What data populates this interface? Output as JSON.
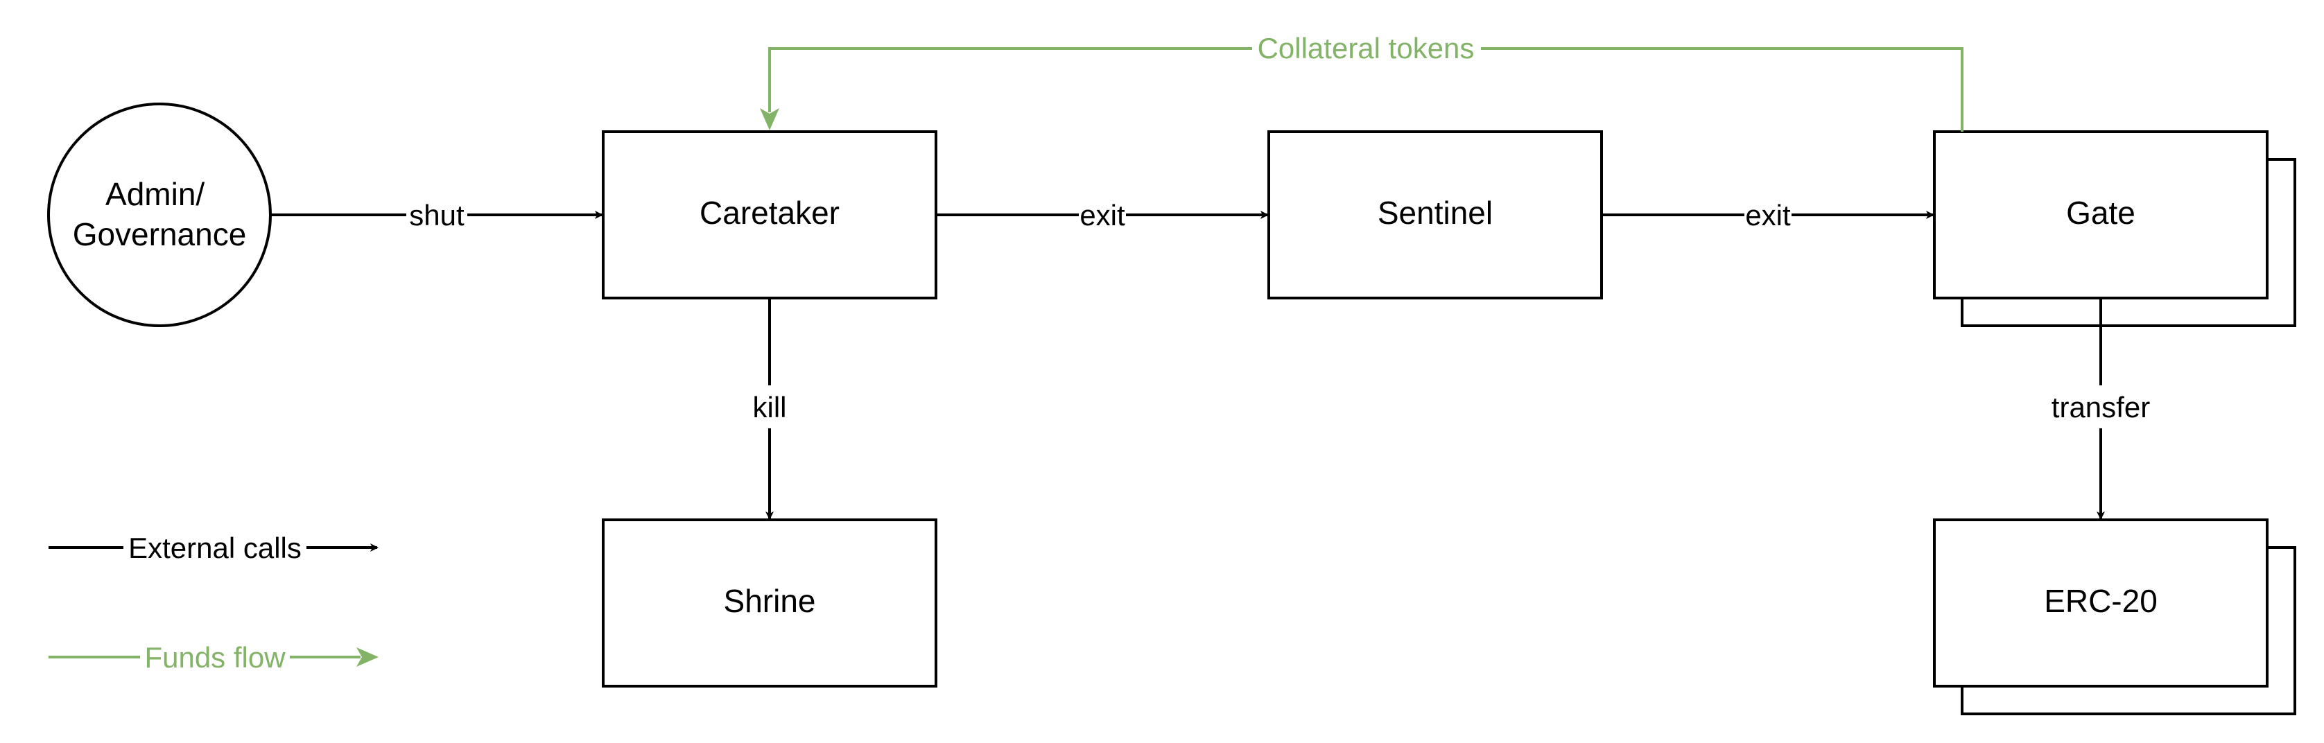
{
  "colors": {
    "stroke": "#000000",
    "funds": "#82b366",
    "background": "#ffffff"
  },
  "nodes": {
    "admin": "Admin/\nGovernance",
    "caretaker": "Caretaker",
    "sentinel": "Sentinel",
    "gate": "Gate",
    "shrine": "Shrine",
    "erc20": "ERC-20"
  },
  "edges": {
    "shut": "shut",
    "exit_caretaker_sentinel": "exit",
    "exit_sentinel_gate": "exit",
    "kill": "kill",
    "transfer": "transfer",
    "collateral": "Collateral tokens"
  },
  "legend": {
    "external": "External calls",
    "funds": "Funds flow"
  }
}
